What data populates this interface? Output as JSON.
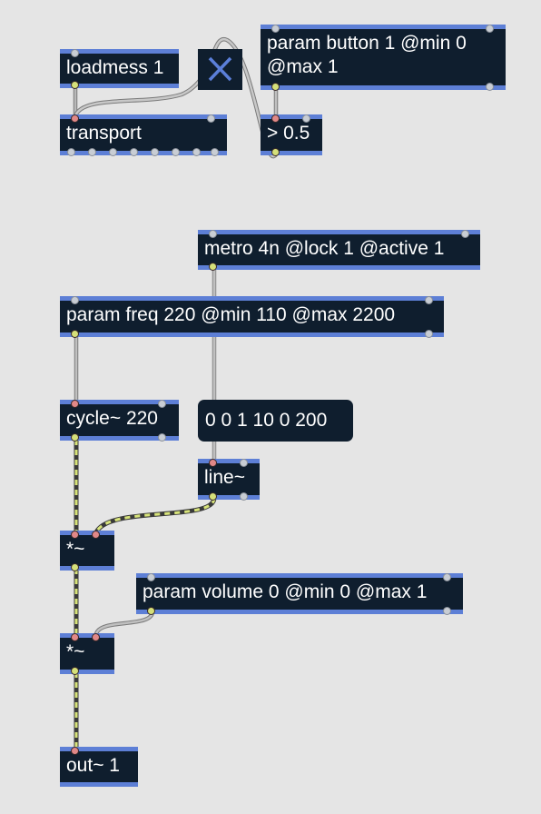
{
  "objects": {
    "loadmess": "loadmess 1",
    "transport": "transport",
    "param_button": "param button 1 @min 0 @max 1",
    "gt": "> 0.5",
    "metro": "metro 4n @lock 1 @active 1",
    "param_freq": "param freq 220 @min 110 @max 2200",
    "cycle": "cycle~ 220",
    "message": "0 0 1 10 0 200",
    "line": "line~",
    "mult1": "*~",
    "param_volume": "param volume 0 @min 0 @max 1",
    "mult2": "*~",
    "out": "out~ 1"
  },
  "icons": {
    "toggle": "x-toggle-icon"
  },
  "colors": {
    "background": "#e5e5e5",
    "object_fill": "#0f1e2e",
    "object_border": "#5d7fd6",
    "toggle_x": "#5b7fd9",
    "control_cable": "#9a9a9a",
    "signal_cable": "#d8e47a",
    "signal_cable_dash": "#3a3a3a"
  }
}
